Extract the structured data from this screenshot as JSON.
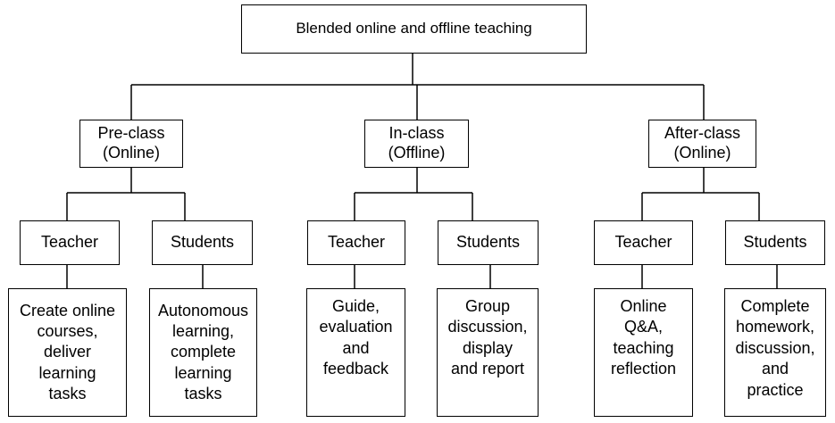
{
  "root": {
    "label": "Blended online and offline teaching"
  },
  "phases": [
    {
      "label": "Pre-class\n(Online)",
      "roles": [
        {
          "label": "Teacher",
          "task": "Create online\ncourses,\ndeliver\nlearning\ntasks"
        },
        {
          "label": "Students",
          "task": "Autonomous\nlearning,\ncomplete\nlearning\ntasks"
        }
      ]
    },
    {
      "label": "In-class\n(Offline)",
      "roles": [
        {
          "label": "Teacher",
          "task": "Guide,\nevaluation\nand\nfeedback"
        },
        {
          "label": "Students",
          "task": "Group\ndiscussion,\ndisplay\nand report"
        }
      ]
    },
    {
      "label": "After-class\n(Online)",
      "roles": [
        {
          "label": "Teacher",
          "task": "Online\nQ&A,\nteaching\nreflection"
        },
        {
          "label": "Students",
          "task": "Complete\nhomework,\ndiscussion,\nand\npractice"
        }
      ]
    }
  ]
}
